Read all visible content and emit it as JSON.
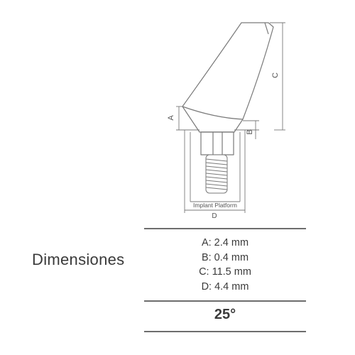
{
  "drawing": {
    "label_a": "A",
    "label_b": "B",
    "label_c": "C",
    "label_d": "D",
    "platform_label": "Implant Platform"
  },
  "heading": "Dimensiones",
  "specs": [
    "A: 2.4 mm",
    "B: 0.4 mm",
    "C: 11.5 mm",
    "D: 4.4 mm"
  ],
  "angle": "25°",
  "colors": {
    "outline": "#7a7a7a",
    "rule": "#6d6d6d",
    "text": "#3a3a3a"
  }
}
